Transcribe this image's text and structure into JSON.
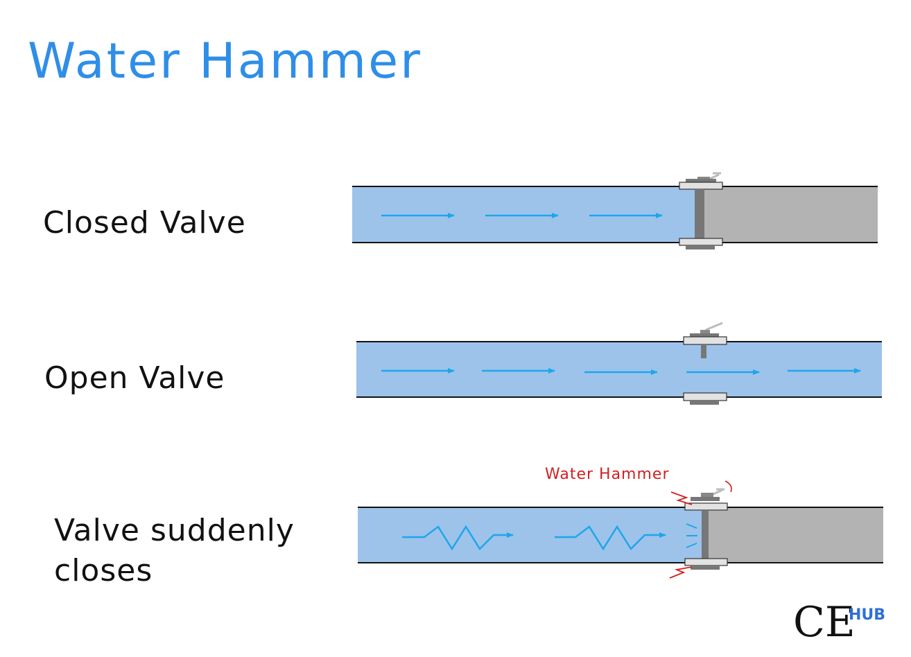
{
  "title": "Water Hammer",
  "rows": [
    {
      "label_lines": [
        "Closed Valve"
      ],
      "valve": "closed",
      "flow": "arrows"
    },
    {
      "label_lines": [
        "Open Valve"
      ],
      "valve": "open",
      "flow": "arrows"
    },
    {
      "label_lines": [
        "Valve suddenly",
        "closes"
      ],
      "valve": "closed",
      "flow": "waves"
    }
  ],
  "annotation": "Water Hammer",
  "logo": {
    "main": "CE",
    "superscript": "HUB"
  },
  "colors": {
    "title": "#2f8ee8",
    "water": "#9dc3ea",
    "arrow": "#1ea6ea",
    "stagnant": "#b3b3b3",
    "annotation": "#d12020",
    "logo_hub": "#2f6fd8"
  }
}
